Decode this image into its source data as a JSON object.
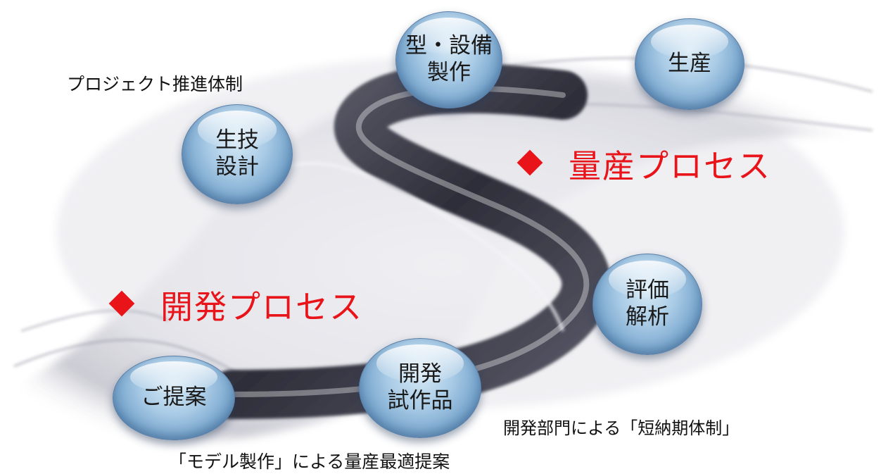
{
  "title": "プロジェクト推進体制",
  "processes": {
    "mass_production": "量産プロセス",
    "development": "開発プロセス"
  },
  "nodes": {
    "proposal": [
      "ご提案"
    ],
    "dev_prototype": [
      "開発",
      "試作品"
    ],
    "evaluation": [
      "評価",
      "解析"
    ],
    "production_engineering": [
      "生技",
      "設計"
    ],
    "mold_equipment": [
      "型・設備",
      "製作"
    ],
    "production": [
      "生産"
    ]
  },
  "captions": {
    "model_proposal": "「モデル製作」による量産最適提案",
    "short_delivery": "開発部門による「短納期体制」"
  },
  "colors": {
    "process_text": "#e8141a",
    "node_fill": "#a9cbe6",
    "road": "#4a4a58"
  }
}
